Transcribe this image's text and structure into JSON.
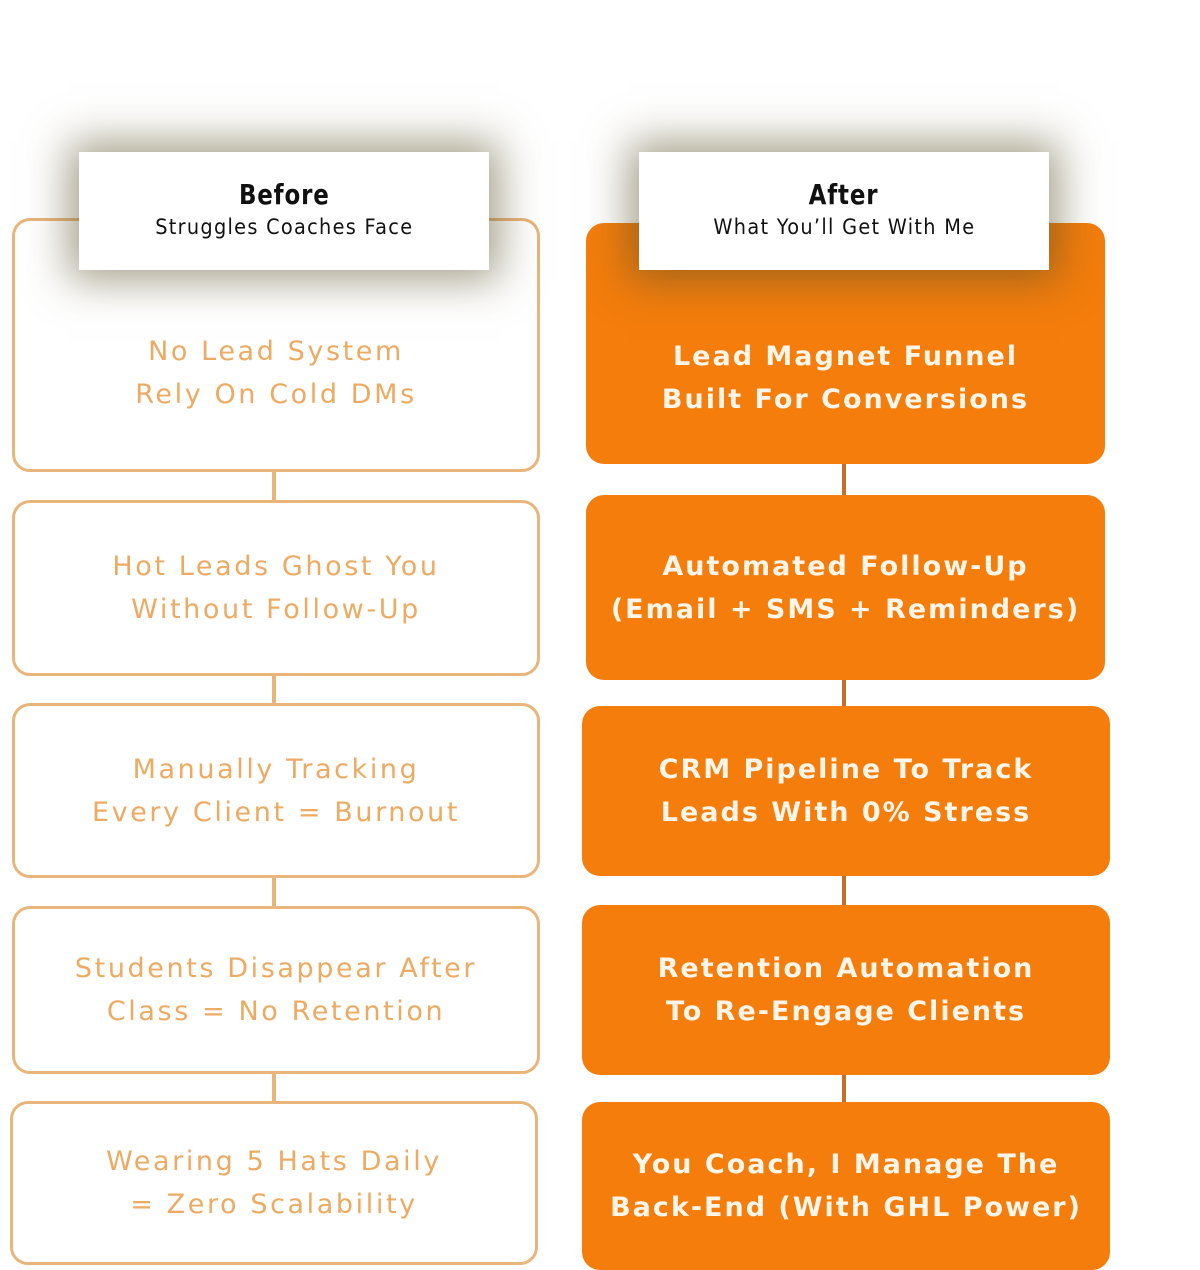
{
  "before": {
    "title": "Before",
    "subtitle": "Struggles Coaches Face",
    "items": [
      {
        "line1": "No Lead System",
        "line2": "Rely On Cold DMs"
      },
      {
        "line1": "Hot Leads Ghost You",
        "line2": "Without Follow-Up"
      },
      {
        "line1": "Manually Tracking",
        "line2": "Every Client = Burnout"
      },
      {
        "line1": "Students Disappear After",
        "line2": "Class = No Retention"
      },
      {
        "line1": "Wearing 5 Hats Daily",
        "line2": "= Zero Scalability"
      }
    ]
  },
  "after": {
    "title": "After",
    "subtitle": "What You’ll Get With Me",
    "items": [
      {
        "line1": "Lead Magnet Funnel",
        "line2": "Built For Conversions"
      },
      {
        "line1": "Automated Follow-Up",
        "line2": "(Email + SMS + Reminders)"
      },
      {
        "line1": "CRM Pipeline To Track",
        "line2": "Leads With 0% Stress"
      },
      {
        "line1": "Retention Automation",
        "line2": "To Re-Engage Clients"
      },
      {
        "line1": "You Coach, I Manage The",
        "line2": "Back-End (With GHL Power)"
      }
    ]
  },
  "colors": {
    "before_border": "#e8b57a",
    "before_text": "#ecaa62",
    "after_fill": "#f47d0c",
    "after_text": "#fff5e8"
  }
}
